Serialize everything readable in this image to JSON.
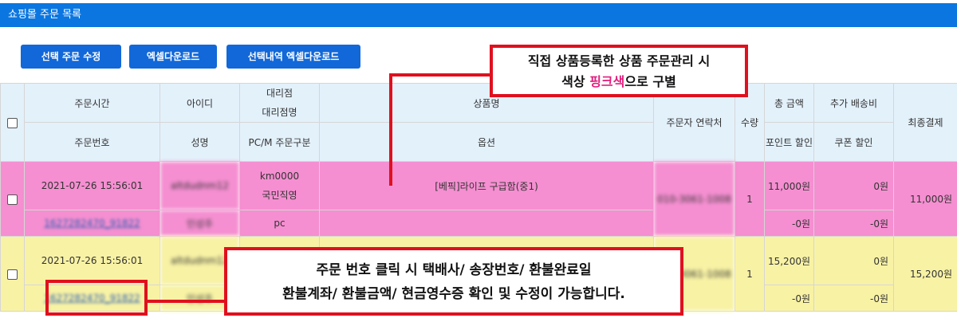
{
  "title": "쇼핑몰 주문 목록",
  "toolbar": {
    "edit_label": "선택 주문 수정",
    "excel_label": "엑셀다운로드",
    "excel_selected_label": "선택내역 엑셀다운로드"
  },
  "columns": {
    "time": "주문시간",
    "order_no": "주문번호",
    "userid": "아이디",
    "name": "성명",
    "agency": "대리점",
    "agency_name": "대리점명",
    "order_type": "PC/M 주문구분",
    "product": "상품명",
    "option": "옵션",
    "contact": "주문자 연락처",
    "qty": "수량",
    "total": "총 금액",
    "point": "포인트 할인",
    "shipping": "추가 배송비",
    "coupon": "쿠폰 할인",
    "final": "최종결제"
  },
  "orders": [
    {
      "time": "2021-07-26 15:56:01",
      "order_no": "1627282470_91822",
      "userid": "altdudnm12",
      "name": "인성주",
      "agency": "km0000",
      "agency_name": "국민직영",
      "order_type": "pc",
      "product": "[베픽]라이프 구급함(중1)",
      "contact": "010-3061-1008",
      "qty": "1",
      "total": "11,000원",
      "point": "-0원",
      "shipping": "0원",
      "coupon": "-0원",
      "final": "11,000원"
    },
    {
      "time": "2021-07-26 15:56:01",
      "order_no": "1627282470_91822",
      "userid": "altdudnm12",
      "name": "인성주",
      "contact": "010-3061-1008",
      "qty": "1",
      "total": "15,200원",
      "point": "-0원",
      "shipping": "0원",
      "coupon": "-0원",
      "final": "15,200원"
    }
  ],
  "callouts": {
    "pink": {
      "line1": "직접 상품등록한 상품 주문관리 시",
      "line2_prefix": "색상 ",
      "line2_highlight": "핑크색",
      "line2_suffix": "으로 구별"
    },
    "order_no": {
      "line1": "주문 번호 클릭 시 택배사/ 송장번호/ 환불완료일",
      "line2": "환불계좌/ 환불금액/ 현금영수증 확인 및 수정이 가능합니다."
    }
  },
  "colors": {
    "title_bar": "#0b76e0",
    "button": "#1268d8",
    "header_bg": "#e3f1fb",
    "pink_row": "#f58fd1",
    "yellow_row": "#f8f2a5",
    "callout_border": "#e0101e"
  },
  "icons": [
    "checkbox-icon"
  ]
}
